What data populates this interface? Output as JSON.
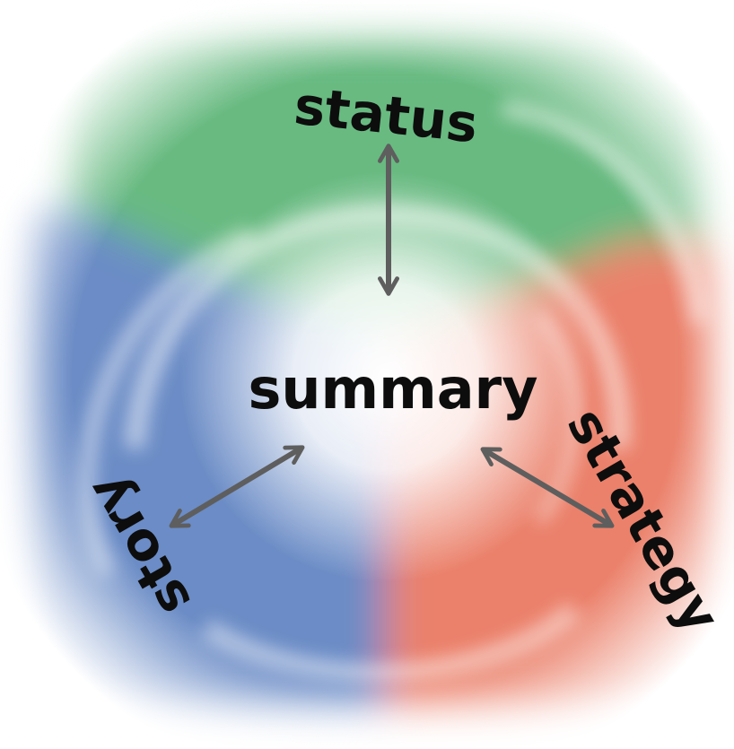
{
  "labels": {
    "center": "summary",
    "top": "status",
    "right": "strategy",
    "left": "story"
  },
  "colors": {
    "top_region": "#4fae6e",
    "right_region": "#e8735a",
    "left_region": "#5a7fbf",
    "center_glow": "#ffffff",
    "arrow": "#5e5e5e",
    "text": "#0d0d0d"
  },
  "arrows": [
    {
      "from": "summary",
      "to": "status",
      "style": "double-headed"
    },
    {
      "from": "summary",
      "to": "strategy",
      "style": "double-headed"
    },
    {
      "from": "summary",
      "to": "story",
      "style": "double-headed"
    }
  ]
}
